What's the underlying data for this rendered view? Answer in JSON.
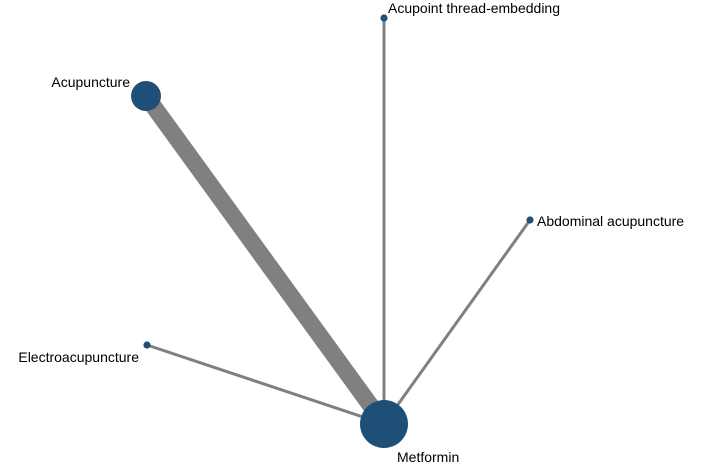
{
  "network": {
    "nodes": [
      {
        "id": "metformin",
        "label": "Metformin"
      },
      {
        "id": "acupuncture",
        "label": "Acupuncture"
      },
      {
        "id": "acupoint-thread-embedding",
        "label": "Acupoint thread-embedding"
      },
      {
        "id": "abdominal-acupuncture",
        "label": "Abdominal acupuncture"
      },
      {
        "id": "electroacupuncture",
        "label": "Electroacupuncture"
      }
    ],
    "edges": [
      {
        "from": "acupuncture",
        "to": "metformin"
      },
      {
        "from": "acupoint-thread-embedding",
        "to": "metformin"
      },
      {
        "from": "abdominal-acupuncture",
        "to": "metformin"
      },
      {
        "from": "electroacupuncture",
        "to": "metformin"
      }
    ]
  },
  "colors": {
    "node": "#1f4e79",
    "edge": "#808080",
    "label": "#000000"
  }
}
